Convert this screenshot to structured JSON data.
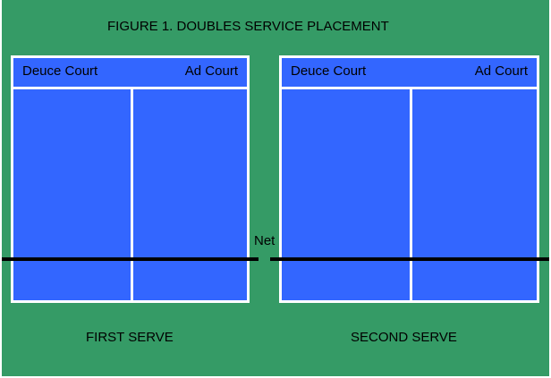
{
  "figure": {
    "title": "FIGURE 1. DOUBLES SERVICE PLACEMENT"
  },
  "courts": [
    {
      "deuce_label": "Deuce Court",
      "ad_label": "Ad Court",
      "caption": "FIRST SERVE"
    },
    {
      "deuce_label": "Deuce Court",
      "ad_label": "Ad Court",
      "caption": "SECOND SERVE"
    }
  ],
  "net": {
    "label": "Net"
  },
  "colors": {
    "background": "#359b66",
    "court": "#3366ff",
    "lines": "#ffffff",
    "net": "#000000"
  }
}
